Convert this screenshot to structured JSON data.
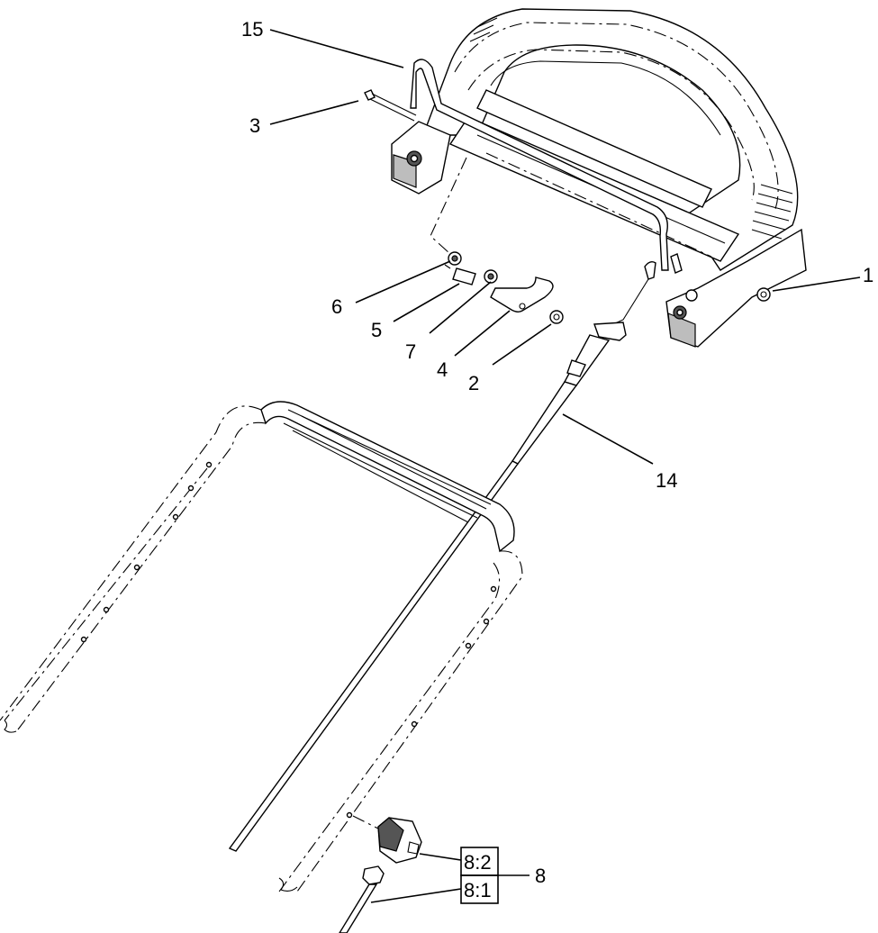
{
  "callouts": {
    "c1": "1",
    "c2": "2",
    "c3": "3",
    "c4": "4",
    "c5": "5",
    "c6": "6",
    "c7": "7",
    "c8": "8",
    "c8_1": "8:1",
    "c8_2": "8:2",
    "c14": "14",
    "c15": "15"
  }
}
